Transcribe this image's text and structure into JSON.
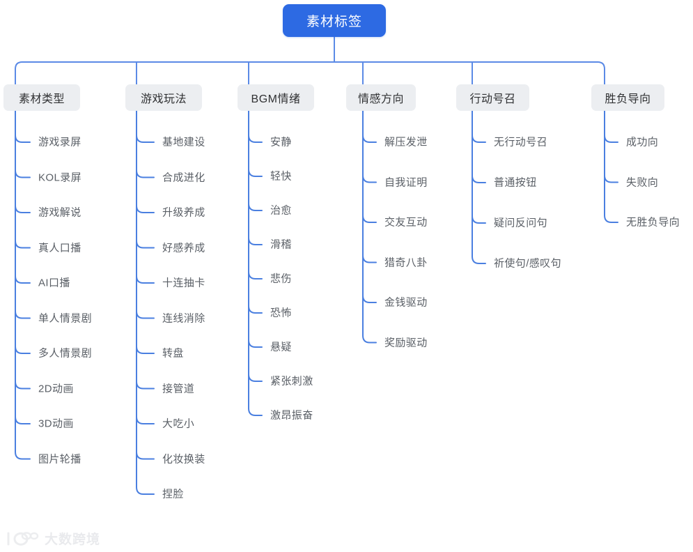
{
  "diagram": {
    "title": "素材标签",
    "root": {
      "label": "素材标签",
      "color": "#2d6ae3"
    },
    "connector_color": "#4a7fe0",
    "header_bg": "#eceef1",
    "branches": [
      {
        "label": "素材类型",
        "items": [
          "游戏录屏",
          "KOL录屏",
          "游戏解说",
          "真人口播",
          "AI口播",
          "单人情景剧",
          "多人情景剧",
          "2D动画",
          "3D动画",
          "图片轮播"
        ]
      },
      {
        "label": "游戏玩法",
        "items": [
          "基地建设",
          "合成进化",
          "升级养成",
          "好感养成",
          "十连抽卡",
          "连线消除",
          "转盘",
          "接管道",
          "大吃小",
          "化妆换装",
          "捏脸"
        ]
      },
      {
        "label": "BGM情绪",
        "items": [
          "安静",
          "轻快",
          "治愈",
          "滑稽",
          "悲伤",
          "恐怖",
          "悬疑",
          "紧张刺激",
          "激昂振奋"
        ]
      },
      {
        "label": "情感方向",
        "items": [
          "解压发泄",
          "自我证明",
          "交友互动",
          "猎奇八卦",
          "金钱驱动",
          "奖励驱动"
        ]
      },
      {
        "label": "行动号召",
        "items": [
          "无行动号召",
          "普通按钮",
          "疑问反问句",
          "祈使句/感叹句"
        ]
      },
      {
        "label": "胜负导向",
        "items": [
          "成功向",
          "失败向",
          "无胜负导向"
        ]
      }
    ]
  },
  "watermark": {
    "text": "大数跨境",
    "logo": "kuajing-logo-icon"
  }
}
